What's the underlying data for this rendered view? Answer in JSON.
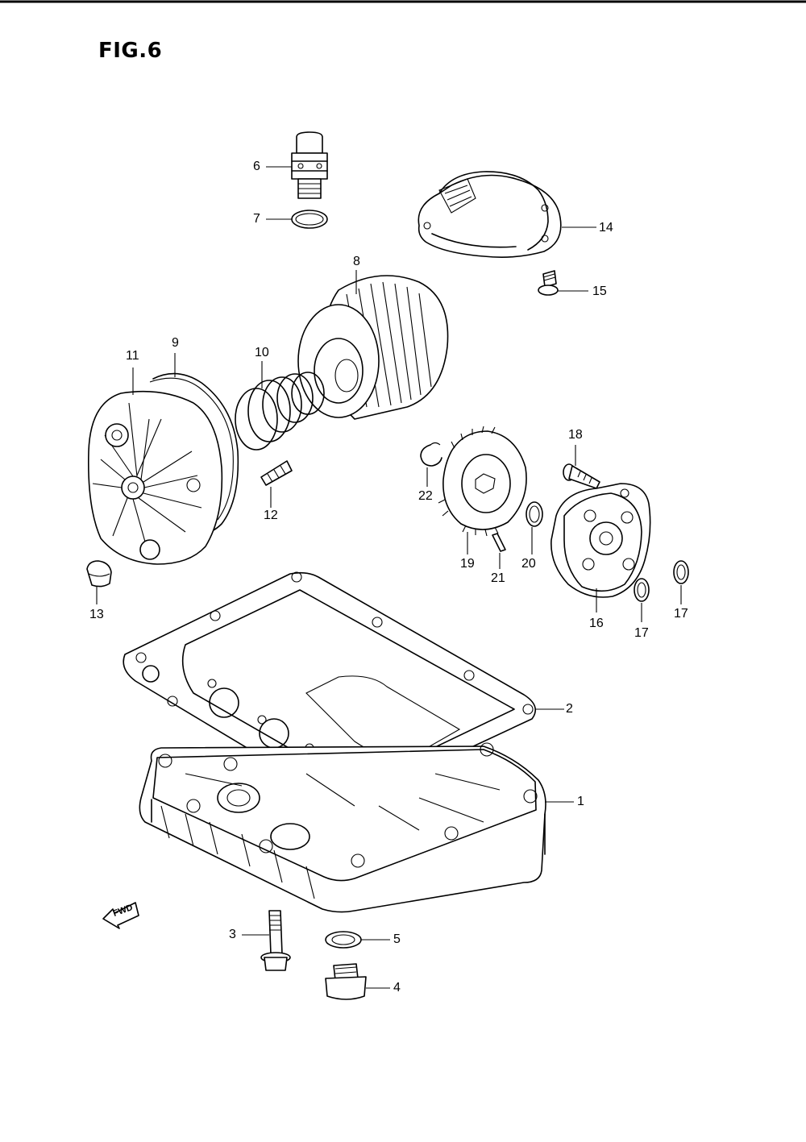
{
  "figure": {
    "title": "FIG.6"
  },
  "fwd_badge": {
    "text": "FWD"
  },
  "callouts": [
    {
      "id": "1",
      "text": "1"
    },
    {
      "id": "2",
      "text": "2"
    },
    {
      "id": "3",
      "text": "3"
    },
    {
      "id": "4",
      "text": "4"
    },
    {
      "id": "5",
      "text": "5"
    },
    {
      "id": "6",
      "text": "6"
    },
    {
      "id": "7",
      "text": "7"
    },
    {
      "id": "8",
      "text": "8"
    },
    {
      "id": "9",
      "text": "9"
    },
    {
      "id": "10",
      "text": "10"
    },
    {
      "id": "11",
      "text": "11"
    },
    {
      "id": "12",
      "text": "12"
    },
    {
      "id": "13",
      "text": "13"
    },
    {
      "id": "14",
      "text": "14"
    },
    {
      "id": "15",
      "text": "15"
    },
    {
      "id": "16",
      "text": "16"
    },
    {
      "id": "17a",
      "text": "17"
    },
    {
      "id": "17b",
      "text": "17"
    },
    {
      "id": "18",
      "text": "18"
    },
    {
      "id": "19",
      "text": "19"
    },
    {
      "id": "20",
      "text": "20"
    },
    {
      "id": "21",
      "text": "21"
    },
    {
      "id": "22",
      "text": "22"
    }
  ]
}
